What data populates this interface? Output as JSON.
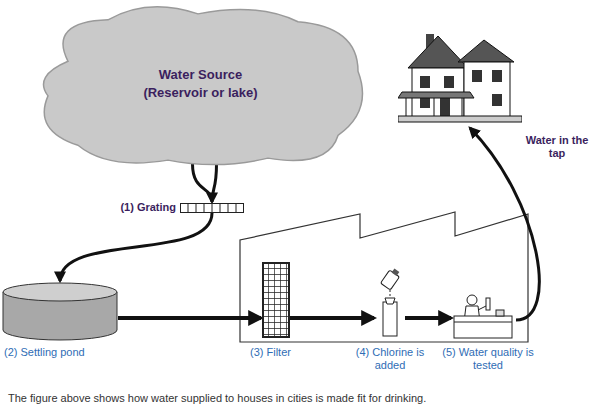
{
  "diagram": {
    "caption": "The figure above shows how water supplied to houses in cities is made fit for drinking.",
    "nodes": [
      {
        "text": [
          "Water Source",
          "(Reservoir or lake)"
        ]
      },
      {
        "text": [
          "(1) Grating"
        ]
      },
      {
        "text": [
          "(2) Settling pond"
        ]
      },
      {
        "text": [
          "(3) Filter"
        ]
      },
      {
        "text": [
          "(4) Chlorine is added"
        ]
      },
      {
        "text": [
          "(5) Water quality is tested"
        ]
      },
      {
        "text": [
          "Water in the tap"
        ]
      }
    ],
    "edges": [
      {
        "from": 0,
        "to": 1,
        "arrow": "to"
      },
      {
        "from": 1,
        "to": 2,
        "arrow": "to"
      },
      {
        "from": 2,
        "to": 3,
        "arrow": "to"
      },
      {
        "from": 3,
        "to": 4,
        "arrow": "to"
      },
      {
        "from": 4,
        "to": 5,
        "arrow": "to"
      },
      {
        "from": 5,
        "to": 6,
        "arrow": "to"
      }
    ]
  }
}
